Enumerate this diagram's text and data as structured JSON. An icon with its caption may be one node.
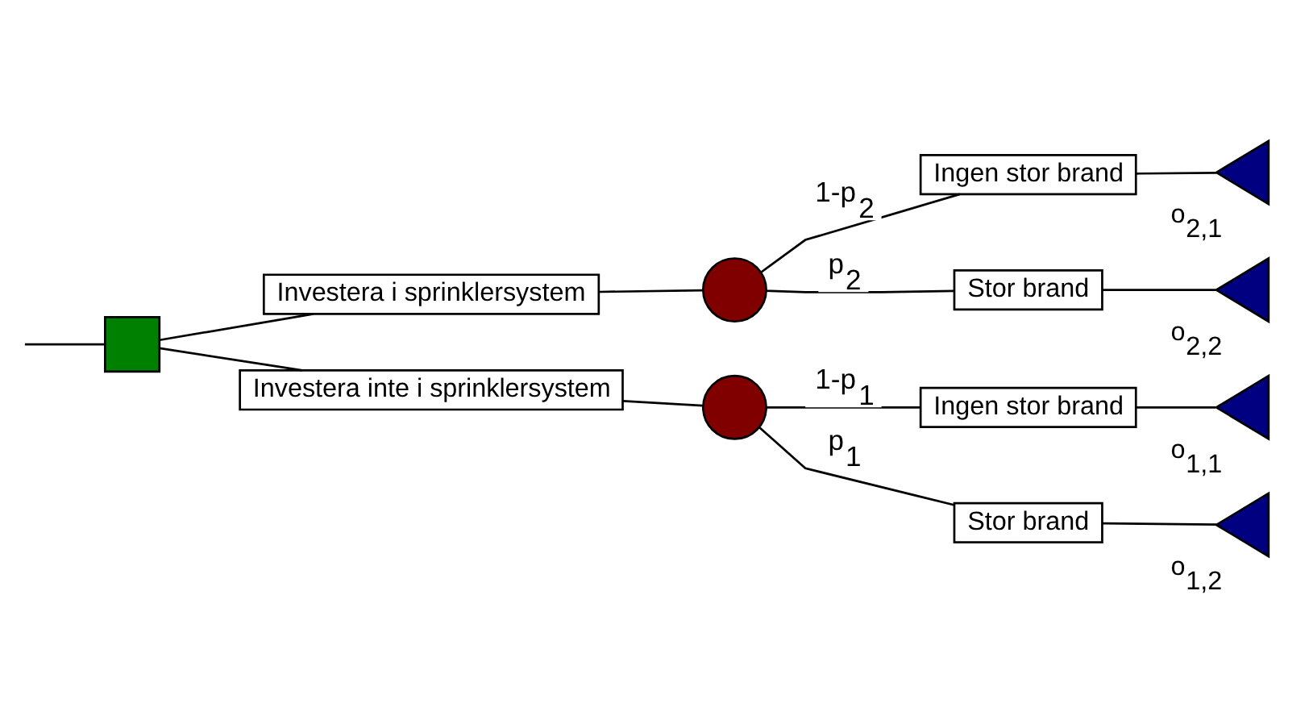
{
  "diagram": {
    "nodes": [
      {
        "text": [],
        "shape": "box"
      },
      {
        "text": [
          "Investera i sprinklersystem"
        ]
      },
      {
        "text": [
          "Investera inte i sprinklersystem"
        ]
      },
      {
        "text": [],
        "shape": "circle"
      },
      {
        "text": [],
        "shape": "circle"
      },
      {
        "text": [
          "Ingen stor brand"
        ]
      },
      {
        "text": [
          "Stor brand"
        ]
      },
      {
        "text": [
          "Ingen stor brand"
        ]
      },
      {
        "text": [
          "Stor brand"
        ]
      },
      {
        "text": [],
        "shape": "triangle",
        "beside": [
          "o$_{2,1}$"
        ]
      },
      {
        "text": [],
        "shape": "triangle",
        "beside": [
          "o$_{2,2}$"
        ]
      },
      {
        "text": [],
        "shape": "triangle",
        "beside": [
          "o$_{1,1}$"
        ]
      },
      {
        "text": [],
        "shape": "triangle",
        "beside": [
          "o$_{1,2}$"
        ]
      }
    ],
    "edges": [
      {
        "from": null,
        "to": 0,
        "arrow": "none"
      },
      {
        "from": 0,
        "to": 1,
        "arrow": "none"
      },
      {
        "from": 0,
        "to": 2,
        "arrow": "none"
      },
      {
        "from": 1,
        "to": 3,
        "arrow": "none"
      },
      {
        "from": 2,
        "to": 4,
        "arrow": "none"
      },
      {
        "from": 3,
        "to": 5,
        "arrow": "none",
        "label": "1-p$_{2}$"
      },
      {
        "from": 3,
        "to": 6,
        "arrow": "none",
        "label": "p$_{2}$"
      },
      {
        "from": 4,
        "to": 7,
        "arrow": "none",
        "label": "1-p$_{1}$"
      },
      {
        "from": 4,
        "to": 8,
        "arrow": "none",
        "label": "p$_{1}$"
      },
      {
        "from": 5,
        "to": 9,
        "arrow": "none"
      },
      {
        "from": 6,
        "to": 10,
        "arrow": "none"
      },
      {
        "from": 7,
        "to": 11,
        "arrow": "none"
      },
      {
        "from": 8,
        "to": 12,
        "arrow": "none"
      }
    ]
  }
}
